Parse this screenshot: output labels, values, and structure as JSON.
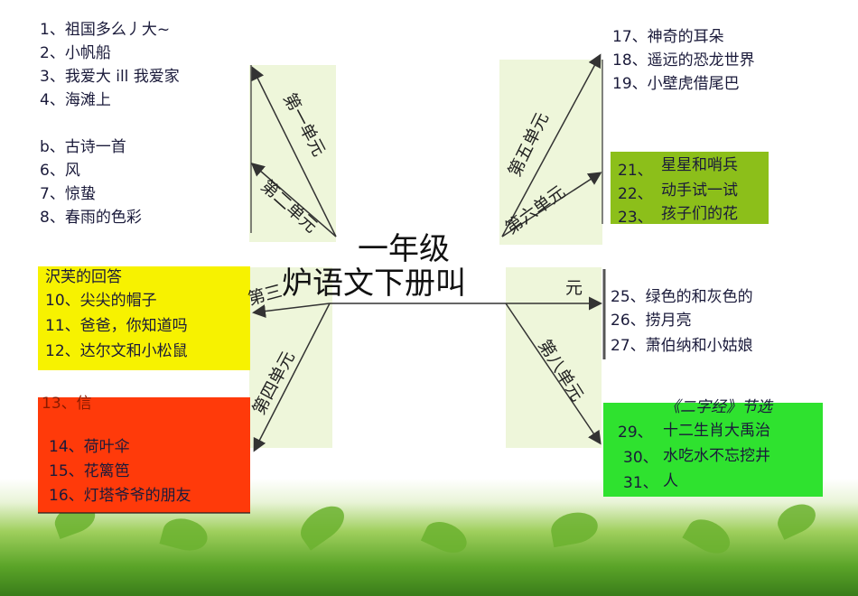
{
  "title": {
    "line1": "一年级",
    "line2": "炉语文下册叫"
  },
  "units": {
    "u1": "第一单元",
    "u2": "第二单元",
    "u3": "第三",
    "u4": "第四单元",
    "u5": "第五单元",
    "u6": "第六单元",
    "u7": "元",
    "u8": "第八单元"
  },
  "group1": [
    "1、祖国多么丿大~",
    "2、小帆船",
    "3、我爱大 ill 我爱家",
    "4、海滩上"
  ],
  "group2": [
    "b、古诗一首",
    "6、风",
    "7、惊蛰",
    "8、春雨的色彩"
  ],
  "group3": [
    "沢芙的回答",
    "10、尖尖的帽子",
    "11、爸爸，你知道吗",
    "12、达尔文和小松鼠"
  ],
  "group4": [
    "13、信",
    "14、荷叶伞",
    "15、花篱笆",
    "16、灯塔爷爷的朋友"
  ],
  "group5": [
    "17、神奇的耳朵",
    "18、遥远的恐龙世界",
    "19、小壁虎借尾巴"
  ],
  "group6": {
    "nums": [
      "21、",
      "22、",
      "23、"
    ],
    "titles": [
      "星星和哨兵",
      "动手试一试",
      "孩子们的花"
    ]
  },
  "group7": [
    "25、绿色的和灰色的",
    "26、捞月亮",
    "27、萧伯纳和小姑娘"
  ],
  "group8": {
    "header": "《二字经》节选",
    "nums": [
      "29、",
      "30、",
      "31、"
    ],
    "lines": [
      "十二生肖大禹治",
      "水吃水不忘挖井",
      "人"
    ]
  }
}
